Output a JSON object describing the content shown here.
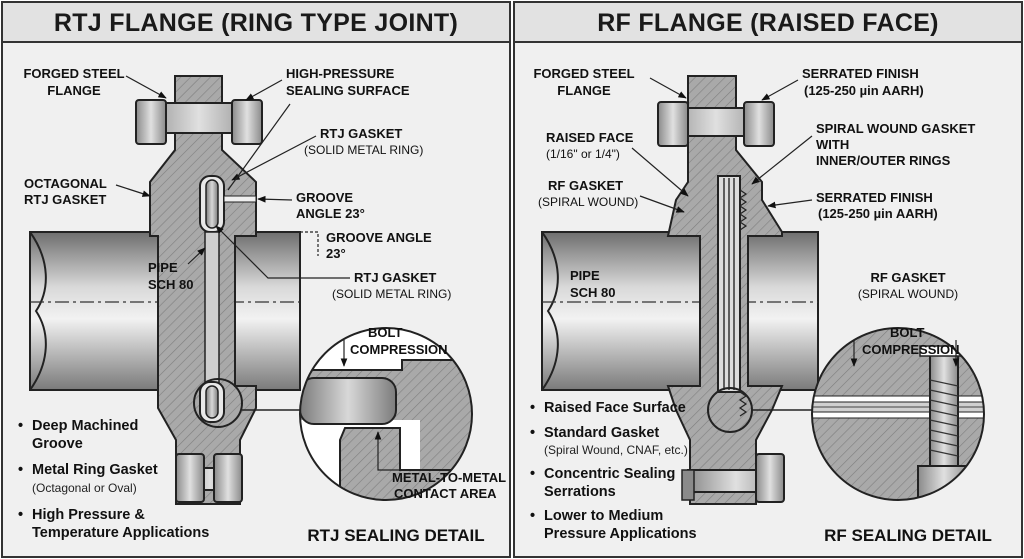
{
  "left": {
    "title": "RTJ FLANGE (RING TYPE JOINT)",
    "callouts": {
      "forged_1": "FORGED STEEL",
      "forged_2": "FLANGE",
      "hp_1": "HIGH-PRESSURE",
      "hp_2": "SEALING SURFACE",
      "gasket_top_1": "RTJ GASKET",
      "gasket_top_2": "(SOLID METAL RING)",
      "oct_1": "OCTAGONAL",
      "oct_2": "RTJ GASKET",
      "groove1_1": "GROOVE",
      "groove1_2": "ANGLE 23°",
      "groove2_1": "GROOVE ANGLE",
      "groove2_2": "23°",
      "pipe_1": "PIPE",
      "pipe_2": "SCH 80",
      "gasket_mid_1": "RTJ GASKET",
      "gasket_mid_2": "(SOLID METAL RING)"
    },
    "detail": {
      "bolt_1": "BOLT",
      "bolt_2": "COMPRESSION",
      "contact_1": "METAL-TO-METAL",
      "contact_2": "CONTACT AREA",
      "title": "RTJ SEALING DETAIL"
    },
    "bullets": [
      {
        "line1": "Deep Machined",
        "line2": "Groove",
        "sub": false
      },
      {
        "line1": "Metal Ring Gasket",
        "line2": "(Octagonal or Oval)",
        "sub": true
      },
      {
        "line1": "High Pressure &",
        "line2": "Temperature Applications",
        "sub": false
      }
    ]
  },
  "right": {
    "title": "RF FLANGE (RAISED FACE)",
    "callouts": {
      "forged_1": "FORGED STEEL",
      "forged_2": "FLANGE",
      "serr1_1": "SERRATED FINISH",
      "serr1_2": "(125-250 µin AARH)",
      "spiral_1": "SPIRAL WOUND GASKET",
      "spiral_2": "WITH",
      "spiral_3": "INNER/OUTER RINGS",
      "raised_1": "RAISED FACE",
      "raised_2": "(1/16\" or 1/4\")",
      "rfg_1": "RF GASKET",
      "rfg_2": "(SPIRAL WOUND)",
      "serr2_1": "SERRATED FINISH",
      "serr2_2": "(125-250 µin AARH)",
      "pipe_1": "PIPE",
      "pipe_2": "SCH 80",
      "rfg2_1": "RF GASKET",
      "rfg2_2": "(SPIRAL WOUND)"
    },
    "detail": {
      "bolt_1": "BOLT",
      "bolt_2": "COMPRESSION",
      "title": "RF SEALING DETAIL"
    },
    "bullets": [
      {
        "line1": "Raised Face Surface",
        "line2": "",
        "sub": false
      },
      {
        "line1": "Standard Gasket",
        "line2": "(Spiral Wound, CNAF, etc.)",
        "sub": true
      },
      {
        "line1": "Concentric Sealing",
        "line2": "Serrations",
        "sub": false
      },
      {
        "line1": "Lower to Medium",
        "line2": "Pressure Applications",
        "sub": false
      }
    ]
  }
}
